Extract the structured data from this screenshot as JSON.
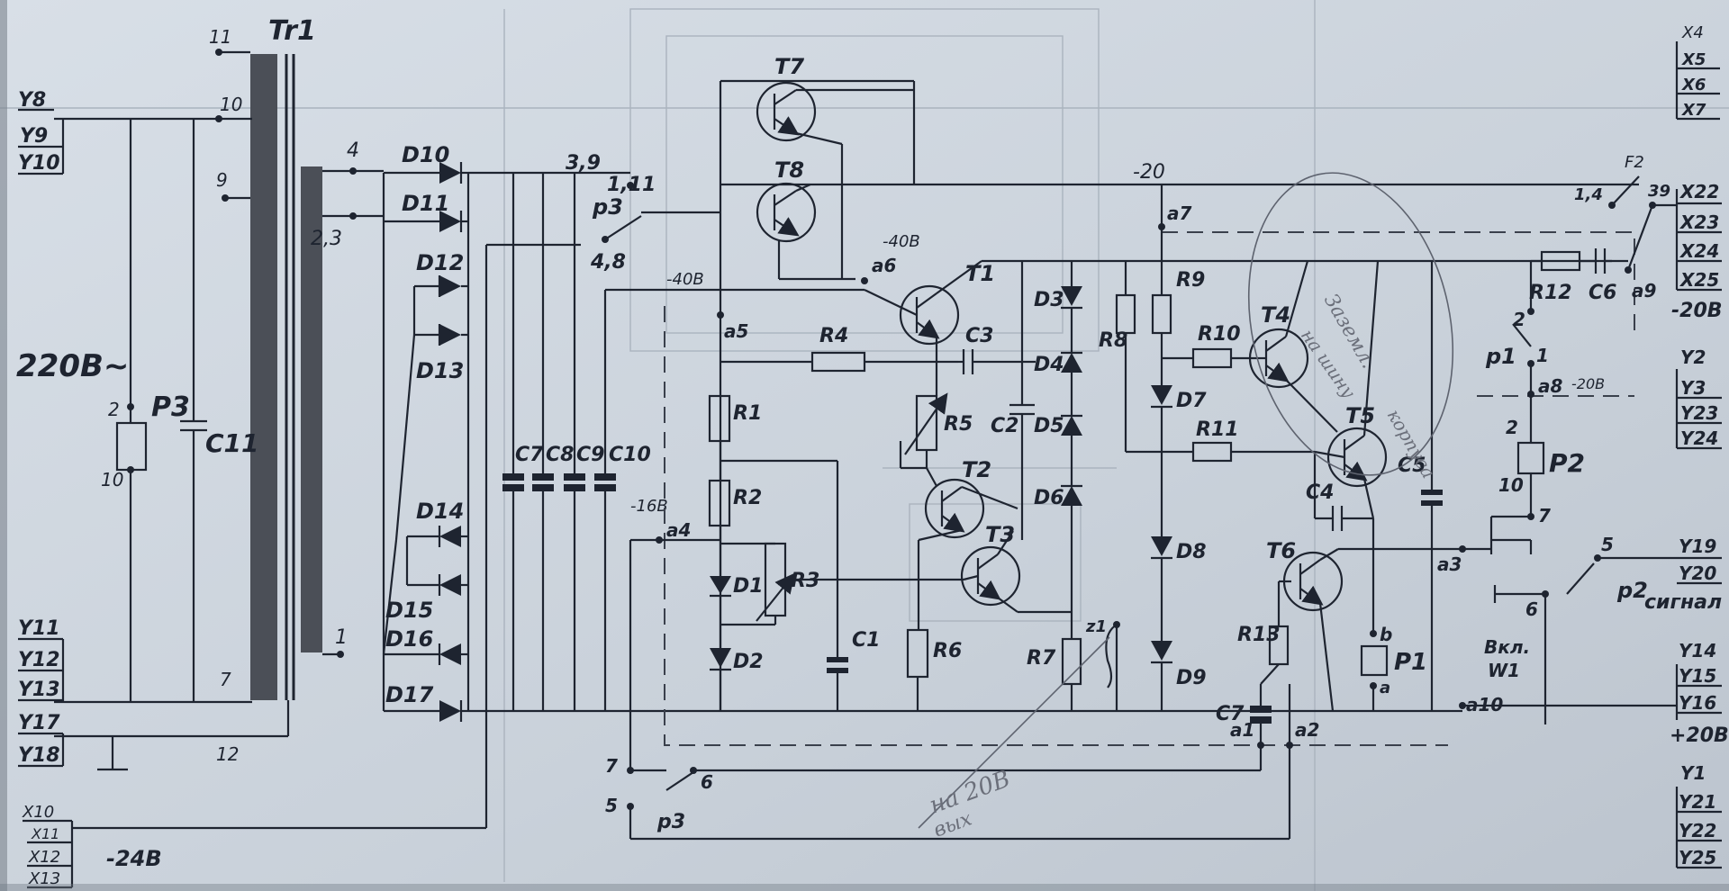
{
  "transformer": {
    "name": "Tr1",
    "pins": [
      "11",
      "10",
      "9",
      "7",
      "12",
      "4",
      "2,3",
      "1"
    ]
  },
  "mains": {
    "voltage_label": "220B~",
    "relay": "P3",
    "relay_pins": [
      "2",
      "10"
    ],
    "capacitor": "C11"
  },
  "connectors_left": {
    "top": [
      "Y8",
      "Y9",
      "Y10"
    ],
    "mid": [
      "Y11",
      "Y12",
      "Y13"
    ],
    "low": [
      "Y17",
      "Y18"
    ],
    "bottom": [
      "X10",
      "X11",
      "X12",
      "X13"
    ],
    "bottom_voltage": "-24B"
  },
  "connectors_right": {
    "top": [
      "X4",
      "X5",
      "X6",
      "X7"
    ],
    "x_group": [
      "X22",
      "X23",
      "X24",
      "X25"
    ],
    "x_voltage": "-20B",
    "y_group": [
      "Y2",
      "Y3",
      "Y23",
      "Y24"
    ],
    "signal": [
      "Y19",
      "Y20"
    ],
    "signal_label": "сигнал",
    "supply": [
      "Y14",
      "Y15",
      "Y16"
    ],
    "supply_voltage": "+20B",
    "bottom": [
      "Y1",
      "Y21",
      "Y22",
      "Y25"
    ]
  },
  "diodes": [
    "D10",
    "D11",
    "D12",
    "D13",
    "D14",
    "D15",
    "D16",
    "D17",
    "D1",
    "D2",
    "D3",
    "D4",
    "D5",
    "D6",
    "D7",
    "D8",
    "D9"
  ],
  "capacitors": [
    "C7",
    "C8",
    "C9",
    "C10",
    "C1",
    "C2",
    "C3",
    "C4",
    "C5",
    "C6",
    "C7"
  ],
  "resistors": [
    "R1",
    "R2",
    "R3",
    "R4",
    "R5",
    "R6",
    "R7",
    "R8",
    "R9",
    "R10",
    "R11",
    "R12",
    "R13"
  ],
  "transistors": [
    "T7",
    "T8",
    "T1",
    "T2",
    "T3",
    "T4",
    "T5",
    "T6"
  ],
  "relays": [
    "P1",
    "P2",
    "p1",
    "p2",
    "p3"
  ],
  "points": [
    "a4",
    "a5",
    "a6",
    "a7",
    "a8",
    "a9",
    "a10",
    "a1",
    "a2",
    "a3",
    "z1",
    "b",
    "a"
  ],
  "pin_labels": {
    "p3_top": "3,9",
    "p3_a": "1,11",
    "p3_b": "4,8",
    "p3_low_a": "7",
    "p3_low_b": "6",
    "p3_low_c": "5",
    "f_switch": "1,4",
    "f_label": "F2",
    "f39": "39",
    "p1_a": "2",
    "p1_b": "1",
    "p2_a": "2",
    "p2_b": "10",
    "p2_c": "7",
    "p2_sw_a": "5",
    "p2_sw_b": "6",
    "switch_label": "Вкл.",
    "switch_name": "W1"
  },
  "rail_labels": {
    "neg20": "-20",
    "neg40_a": "-40B",
    "neg40_b": "-40B",
    "neg16": "-16B",
    "neg20b": "-20B"
  },
  "handwritten": {
    "note_a": "Заземл.",
    "note_b": "на шину",
    "note_c": "корпуса",
    "note_d": "на 20В",
    "note_e": "вых"
  }
}
